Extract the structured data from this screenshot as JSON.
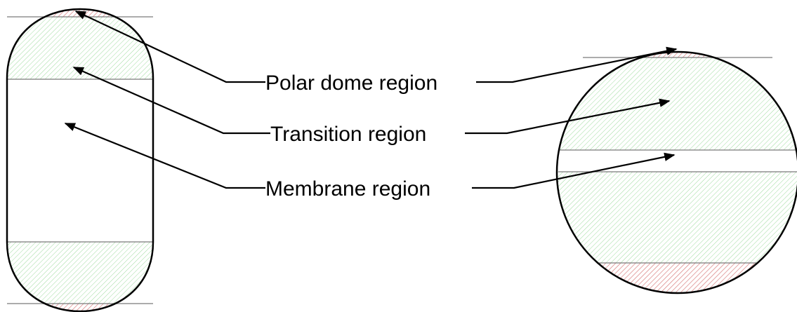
{
  "labels": {
    "polar_dome": "Polar dome region",
    "transition": "Transition region",
    "membrane": "Membrane region"
  },
  "colors": {
    "polar_dome_hatch": "#d98080",
    "transition_hatch": "#9fdb9f",
    "outline": "#000000",
    "boundary": "#7a7a7a",
    "background": "#ffffff"
  }
}
